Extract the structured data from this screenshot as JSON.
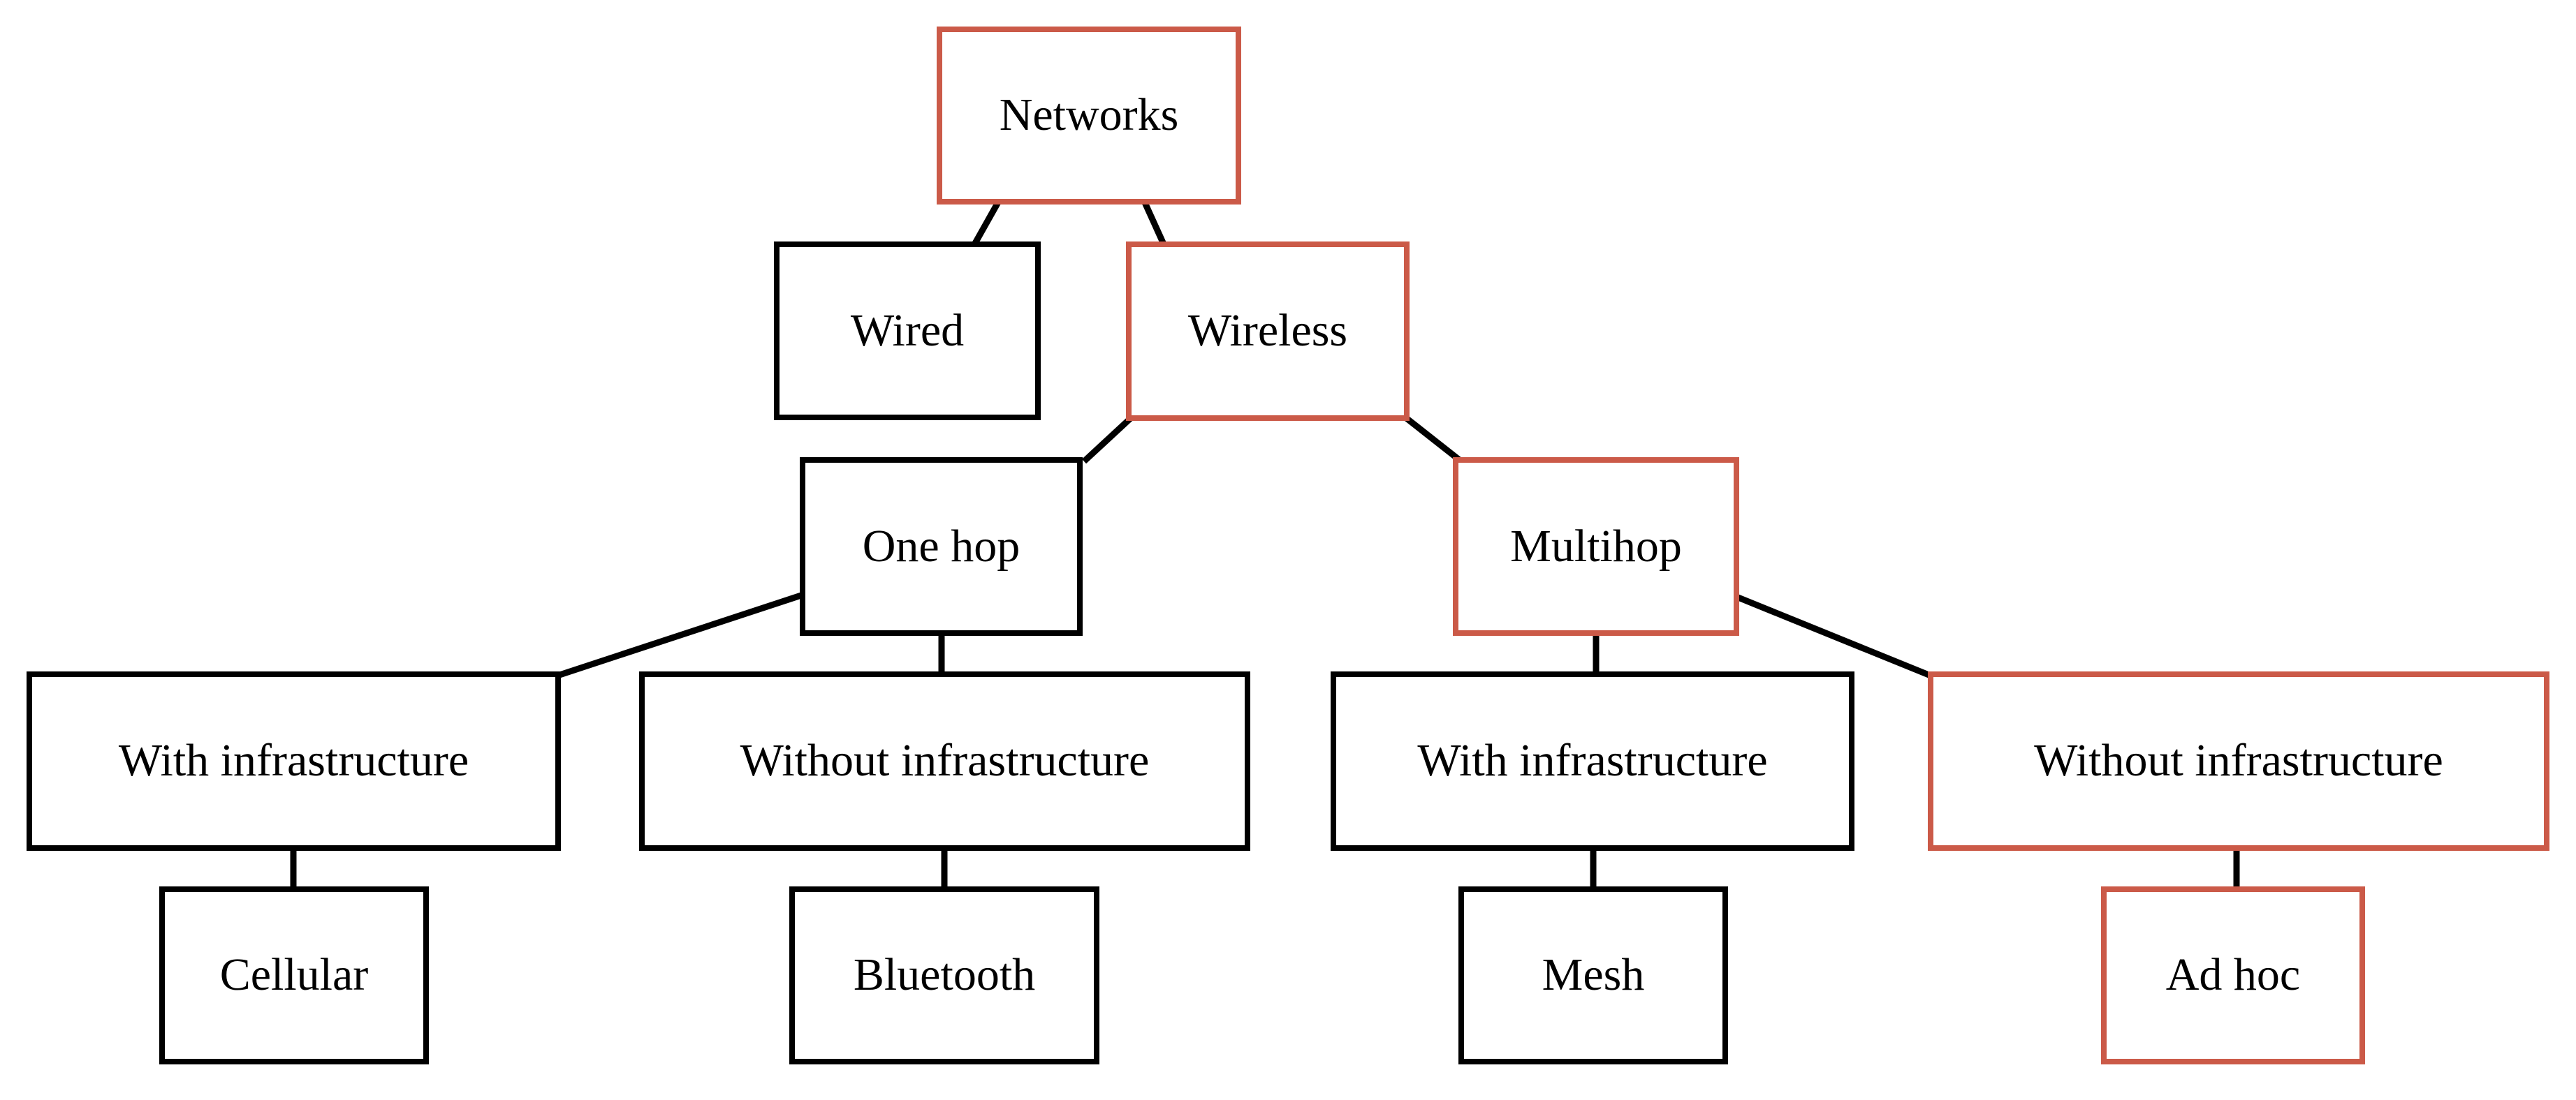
{
  "diagram": {
    "type": "tree",
    "colors": {
      "highlight_border": "#CB5A48",
      "default_border": "#000000",
      "line": "#000000",
      "text": "#000000",
      "background": "#FFFFFF"
    },
    "nodes": {
      "networks": {
        "label": "Networks",
        "highlighted": true
      },
      "wired": {
        "label": "Wired",
        "highlighted": false
      },
      "wireless": {
        "label": "Wireless",
        "highlighted": true
      },
      "onehop": {
        "label": "One hop",
        "highlighted": false
      },
      "multihop": {
        "label": "Multihop",
        "highlighted": true
      },
      "onehop_with": {
        "label": "With infrastructure",
        "highlighted": false
      },
      "onehop_without": {
        "label": "Without infrastructure",
        "highlighted": false
      },
      "multihop_with": {
        "label": "With infrastructure",
        "highlighted": false
      },
      "multihop_without": {
        "label": "Without infrastructure",
        "highlighted": true
      },
      "cellular": {
        "label": "Cellular",
        "highlighted": false
      },
      "bluetooth": {
        "label": "Bluetooth",
        "highlighted": false
      },
      "mesh": {
        "label": "Mesh",
        "highlighted": false
      },
      "adhoc": {
        "label": "Ad hoc",
        "highlighted": true
      }
    },
    "edges": [
      [
        "networks",
        "wired"
      ],
      [
        "networks",
        "wireless"
      ],
      [
        "wireless",
        "onehop"
      ],
      [
        "wireless",
        "multihop"
      ],
      [
        "onehop",
        "onehop_with"
      ],
      [
        "onehop",
        "onehop_without"
      ],
      [
        "multihop",
        "multihop_with"
      ],
      [
        "multihop",
        "multihop_without"
      ],
      [
        "onehop_with",
        "cellular"
      ],
      [
        "onehop_without",
        "bluetooth"
      ],
      [
        "multihop_with",
        "mesh"
      ],
      [
        "multihop_without",
        "adhoc"
      ]
    ]
  }
}
